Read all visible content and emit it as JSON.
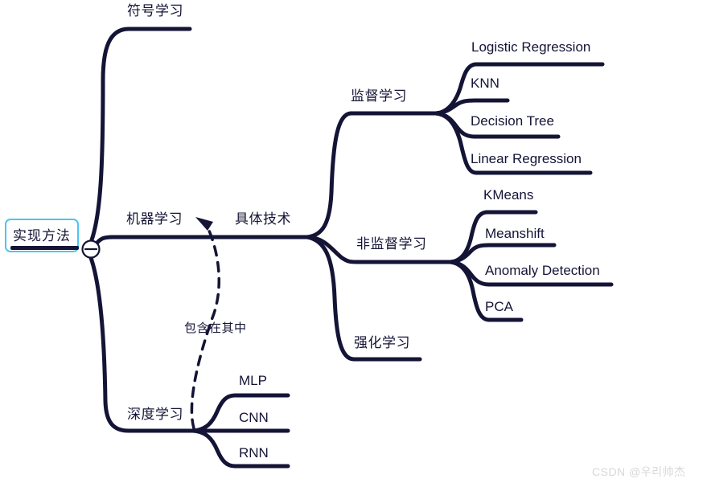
{
  "app": {
    "title": "Mind Map",
    "background_color": "#ffffff",
    "branch_color": "#141436",
    "text_color": "#141436",
    "root_border_color": "#4ec3f5",
    "watermark_color": "#d8d8d8"
  },
  "root": {
    "label": "实现方法",
    "collapse_toggle": {
      "name": "collapse-toggle",
      "state": "expanded",
      "glyph": "−"
    }
  },
  "branches": [
    {
      "id": "symbolic",
      "label": "符号学习",
      "children": []
    },
    {
      "id": "machine-learning",
      "label": "机器学习",
      "sub_label": "具体技术",
      "children": [
        {
          "id": "supervised",
          "label": "监督学习",
          "children": [
            {
              "id": "logistic-regression",
              "label": "Logistic Regression"
            },
            {
              "id": "knn",
              "label": "KNN"
            },
            {
              "id": "decision-tree",
              "label": "Decision Tree"
            },
            {
              "id": "linear-regression",
              "label": "Linear Regression"
            }
          ]
        },
        {
          "id": "unsupervised",
          "label": "非监督学习",
          "children": [
            {
              "id": "kmeans",
              "label": "KMeans"
            },
            {
              "id": "meanshift",
              "label": "Meanshift"
            },
            {
              "id": "anomaly-detection",
              "label": "Anomaly Detection"
            },
            {
              "id": "pca",
              "label": "PCA"
            }
          ]
        },
        {
          "id": "reinforcement",
          "label": "强化学习",
          "children": []
        }
      ]
    },
    {
      "id": "deep-learning",
      "label": "深度学习",
      "children": [
        {
          "id": "mlp",
          "label": "MLP"
        },
        {
          "id": "cnn",
          "label": "CNN"
        },
        {
          "id": "rnn",
          "label": "RNN"
        }
      ]
    }
  ],
  "relation": {
    "label": "包含在其中",
    "style": "dashed-arrow",
    "from": "深度学习",
    "to": "机器学习"
  },
  "watermark": {
    "text": "CSDN @우리帅杰"
  }
}
